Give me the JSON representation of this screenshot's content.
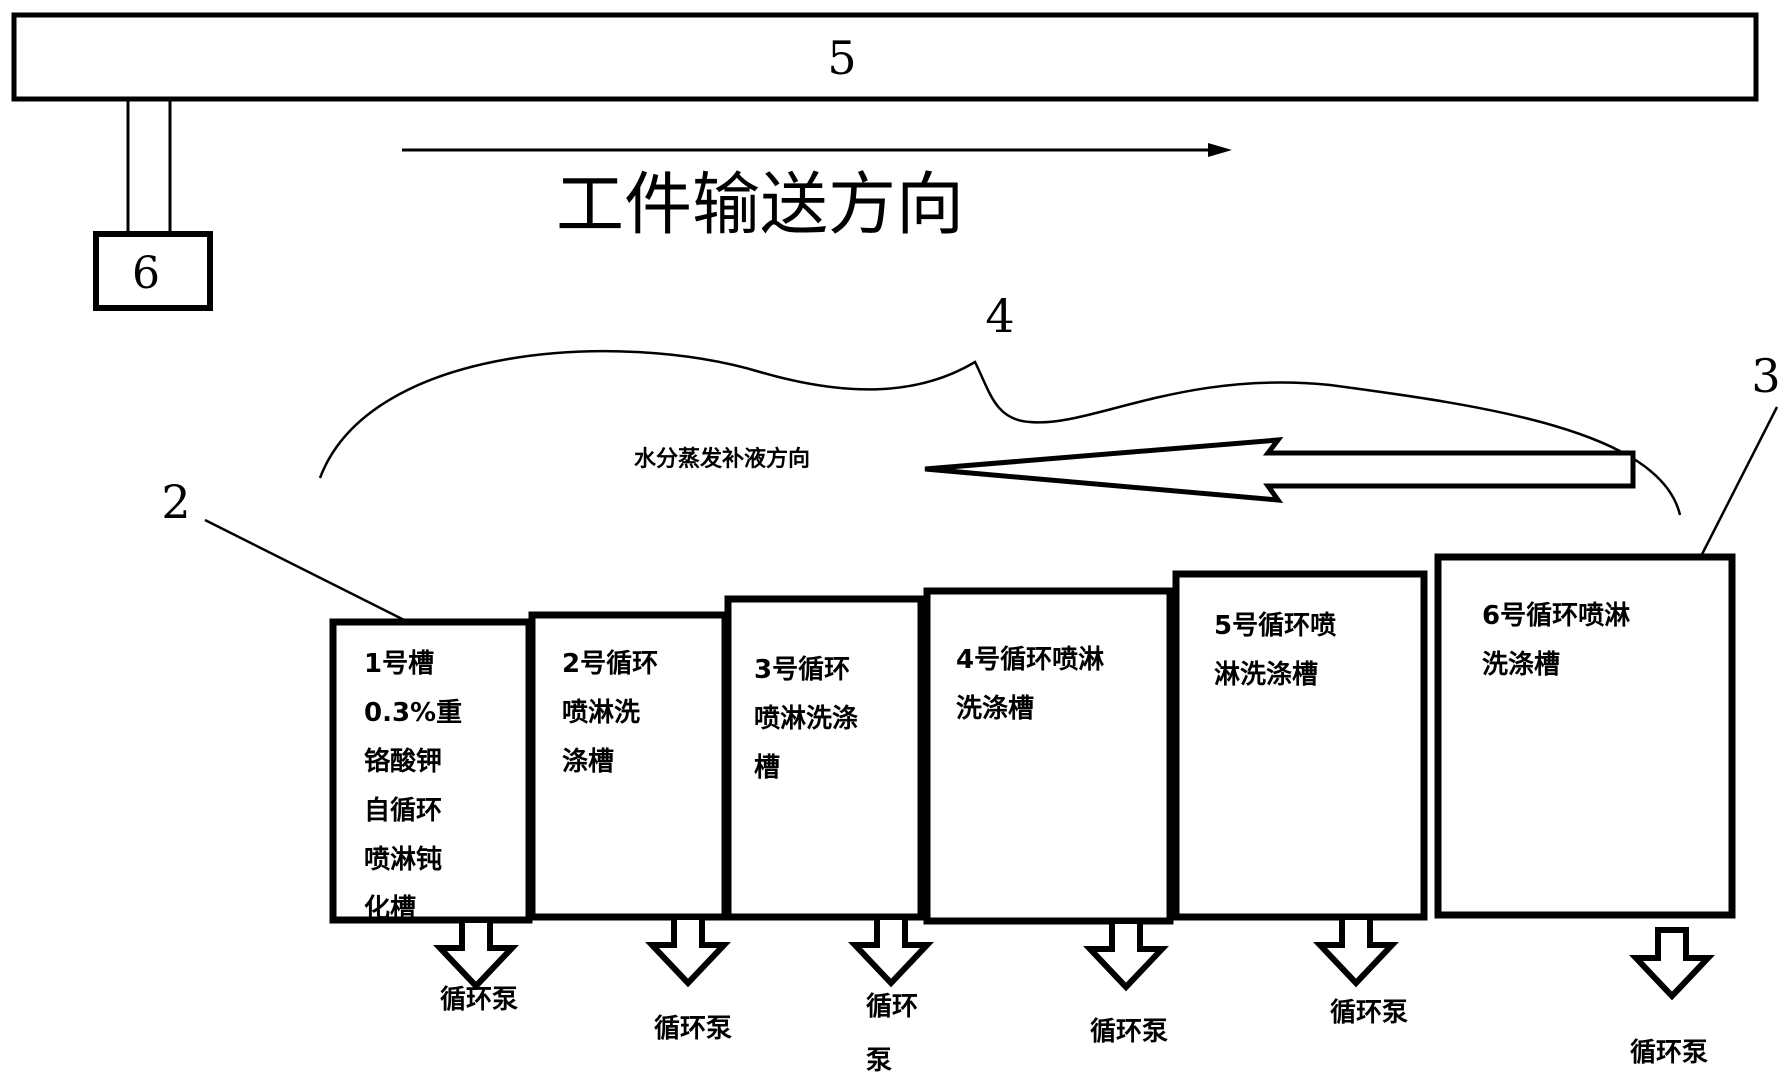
{
  "labels": {
    "conveyor_number": "5",
    "hanger_number": "6",
    "curve_number": "4",
    "leader_2": "2",
    "leader_3": "3",
    "conveying_direction": "工件输送方向",
    "replenish_direction": "水分蒸发补液方向"
  },
  "tanks": [
    {
      "name": "tank-1",
      "lines": [
        "1号槽",
        "0.3%重",
        "铬酸钾",
        "自循环",
        "喷淋钝",
        "化槽"
      ],
      "pump_lines": [
        "循环泵"
      ]
    },
    {
      "name": "tank-2",
      "lines": [
        "2号循环",
        "喷淋洗",
        "涤槽"
      ],
      "pump_lines": [
        "循环泵"
      ]
    },
    {
      "name": "tank-3",
      "lines": [
        "3号循环",
        "喷淋洗涤",
        "槽"
      ],
      "pump_lines": [
        "循环",
        "泵"
      ]
    },
    {
      "name": "tank-4",
      "lines": [
        "4号循环喷淋",
        "洗涤槽"
      ],
      "pump_lines": [
        "循环泵"
      ]
    },
    {
      "name": "tank-5",
      "lines": [
        "5号循环喷",
        "淋洗涤槽"
      ],
      "pump_lines": [
        "循环泵"
      ]
    },
    {
      "name": "tank-6",
      "lines": [
        "6号循环喷淋",
        "洗涤槽"
      ],
      "pump_lines": [
        "循环泵"
      ]
    }
  ]
}
